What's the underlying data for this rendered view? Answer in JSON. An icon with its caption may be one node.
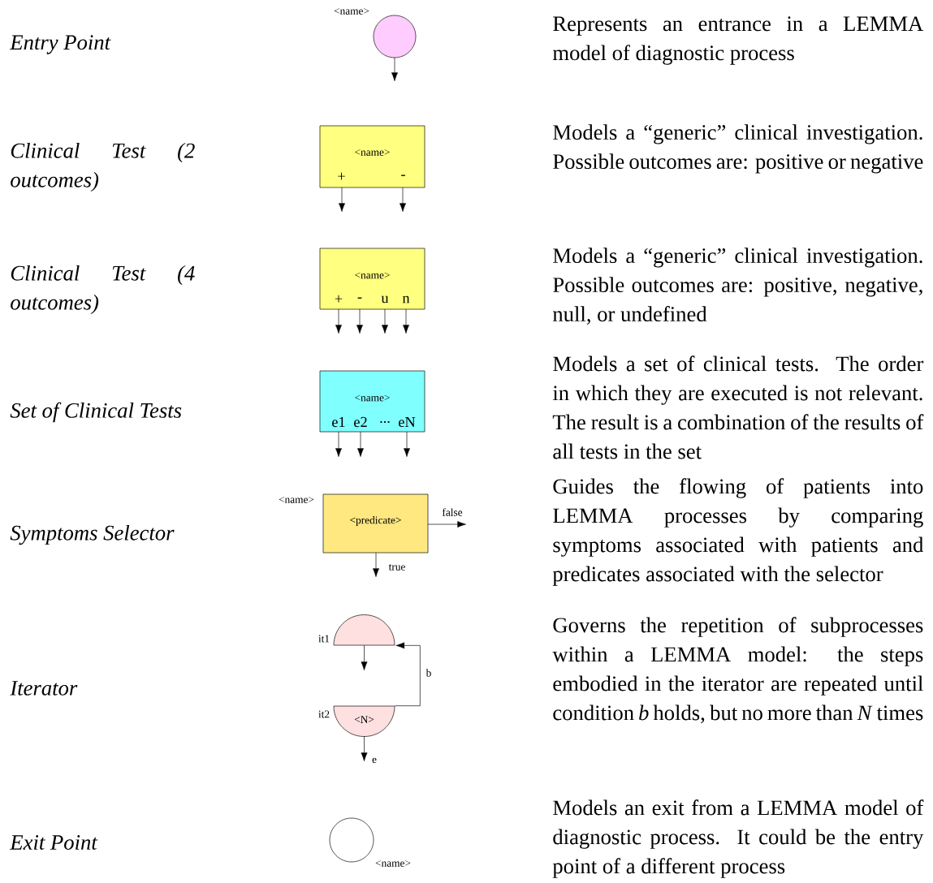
{
  "diagram": {
    "nodes": [
      {
        "text": [],
        "shape": "circle",
        "beside": [
          "<name>"
        ]
      },
      {
        "text": [
          "<name>",
          "+",
          "-"
        ]
      },
      {
        "text": [
          "<name>",
          "+",
          "-",
          "u",
          "n"
        ]
      },
      {
        "text": [
          "<name>",
          "e1",
          "e2",
          "...",
          "eN"
        ]
      },
      {
        "text": [
          "<predicate>"
        ],
        "beside": [
          "<name>"
        ]
      },
      {
        "text": [],
        "shape": "half-circle",
        "beside": [
          "it1"
        ]
      },
      {
        "text": [
          "<N>"
        ],
        "beside": [
          "it2"
        ]
      },
      {
        "text": [],
        "shape": "circle",
        "beside": [
          "<name>"
        ]
      }
    ],
    "edges": [
      {
        "from": 0,
        "to": null,
        "arrow": "to"
      },
      {
        "from": 1,
        "to": null,
        "arrow": "to"
      },
      {
        "from": 1,
        "to": null,
        "arrow": "to"
      },
      {
        "from": 2,
        "to": null,
        "arrow": "to"
      },
      {
        "from": 2,
        "to": null,
        "arrow": "to"
      },
      {
        "from": 2,
        "to": null,
        "arrow": "to"
      },
      {
        "from": 2,
        "to": null,
        "arrow": "to"
      },
      {
        "from": 3,
        "to": null,
        "arrow": "to"
      },
      {
        "from": 3,
        "to": null,
        "arrow": "to"
      },
      {
        "from": 3,
        "to": null,
        "arrow": "to"
      },
      {
        "from": 4,
        "to": null,
        "arrow": "to",
        "label": "false"
      },
      {
        "from": 4,
        "to": null,
        "arrow": "to",
        "label": "true"
      },
      {
        "from": 5,
        "to": null,
        "arrow": "to"
      },
      {
        "from": 6,
        "to": 5,
        "arrow": "to",
        "label": "b"
      },
      {
        "from": 6,
        "to": null,
        "arrow": "to",
        "label": "e"
      }
    ],
    "labels": [
      "Entry Point",
      "Represents an entrance in a LEMMA model of diagnostic process",
      "Clinical Test (2 outcomes)",
      "Models a “generic” clinical investigation. Possible outcomes are: positive or negative",
      "Clinical Test (4 outcomes)",
      "Models a “generic” clinical investigation. Possible outcomes are: positive, negative, null, or undefined",
      "Set of Clinical Tests",
      "Models a set of clinical tests. The order in which they are executed is not relevant. The result is a combination of the results of all tests in the set",
      "Symptoms Selector",
      "Guides the flowing of patients into LEMMA processes by comparing symptoms associated with patients and predicates associated with the selector",
      "Iterator",
      "Governs the repetition of subprocesses within a LEMMA model: the steps embodied in the iterator are repeated until condition *b* holds, but no more than *N* times",
      "Exit Point",
      "Models an exit from a LEMMA model of diagnostic process. It could be the entry point of a different process"
    ]
  }
}
